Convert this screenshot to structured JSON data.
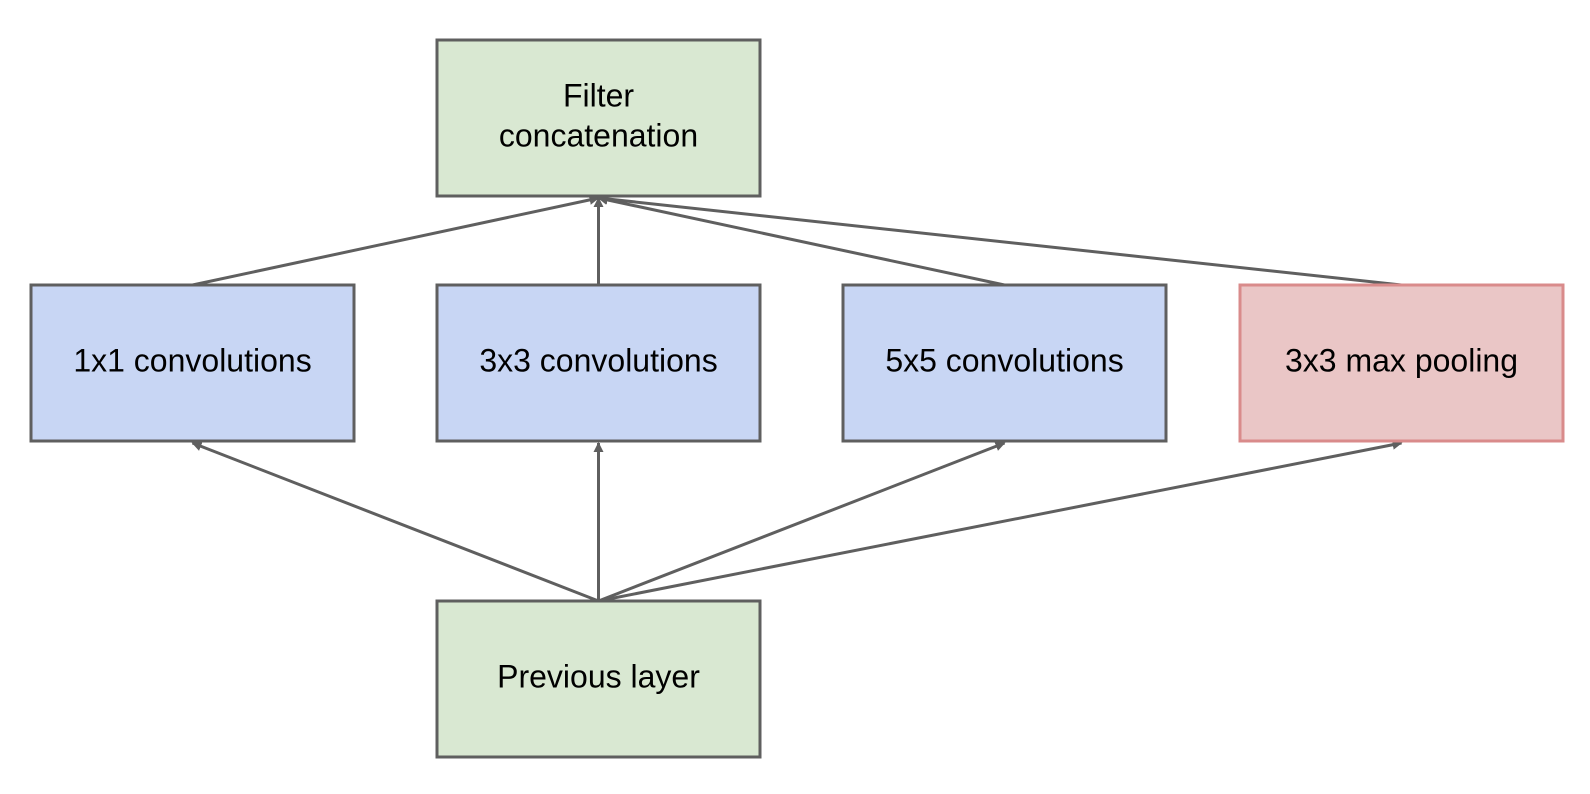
{
  "diagram": {
    "nodes": [
      {
        "id": "filter-concat",
        "lines": [
          "Filter",
          "concatenation"
        ],
        "fill": "#d9e8d2",
        "stroke": "#5f5f5f"
      },
      {
        "id": "conv-1x1",
        "lines": [
          "1x1 convolutions"
        ],
        "fill": "#c8d6f4",
        "stroke": "#5f5f5f"
      },
      {
        "id": "conv-3x3",
        "lines": [
          "3x3 convolutions"
        ],
        "fill": "#c8d6f4",
        "stroke": "#5f5f5f"
      },
      {
        "id": "conv-5x5",
        "lines": [
          "5x5 convolutions"
        ],
        "fill": "#c8d6f4",
        "stroke": "#5f5f5f"
      },
      {
        "id": "max-pool-3x3",
        "lines": [
          "3x3 max pooling"
        ],
        "fill": "#eac6c6",
        "stroke": "#d98b8b"
      },
      {
        "id": "previous-layer",
        "lines": [
          "Previous layer"
        ],
        "fill": "#d9e8d2",
        "stroke": "#5f5f5f"
      }
    ],
    "edges": [
      {
        "from": "previous-layer",
        "to": "conv-1x1"
      },
      {
        "from": "previous-layer",
        "to": "conv-3x3"
      },
      {
        "from": "previous-layer",
        "to": "conv-5x5"
      },
      {
        "from": "previous-layer",
        "to": "max-pool-3x3"
      },
      {
        "from": "conv-1x1",
        "to": "filter-concat"
      },
      {
        "from": "conv-3x3",
        "to": "filter-concat"
      },
      {
        "from": "conv-5x5",
        "to": "filter-concat"
      },
      {
        "from": "max-pool-3x3",
        "to": "filter-concat"
      }
    ],
    "edge_color": "#5f5f5f"
  }
}
